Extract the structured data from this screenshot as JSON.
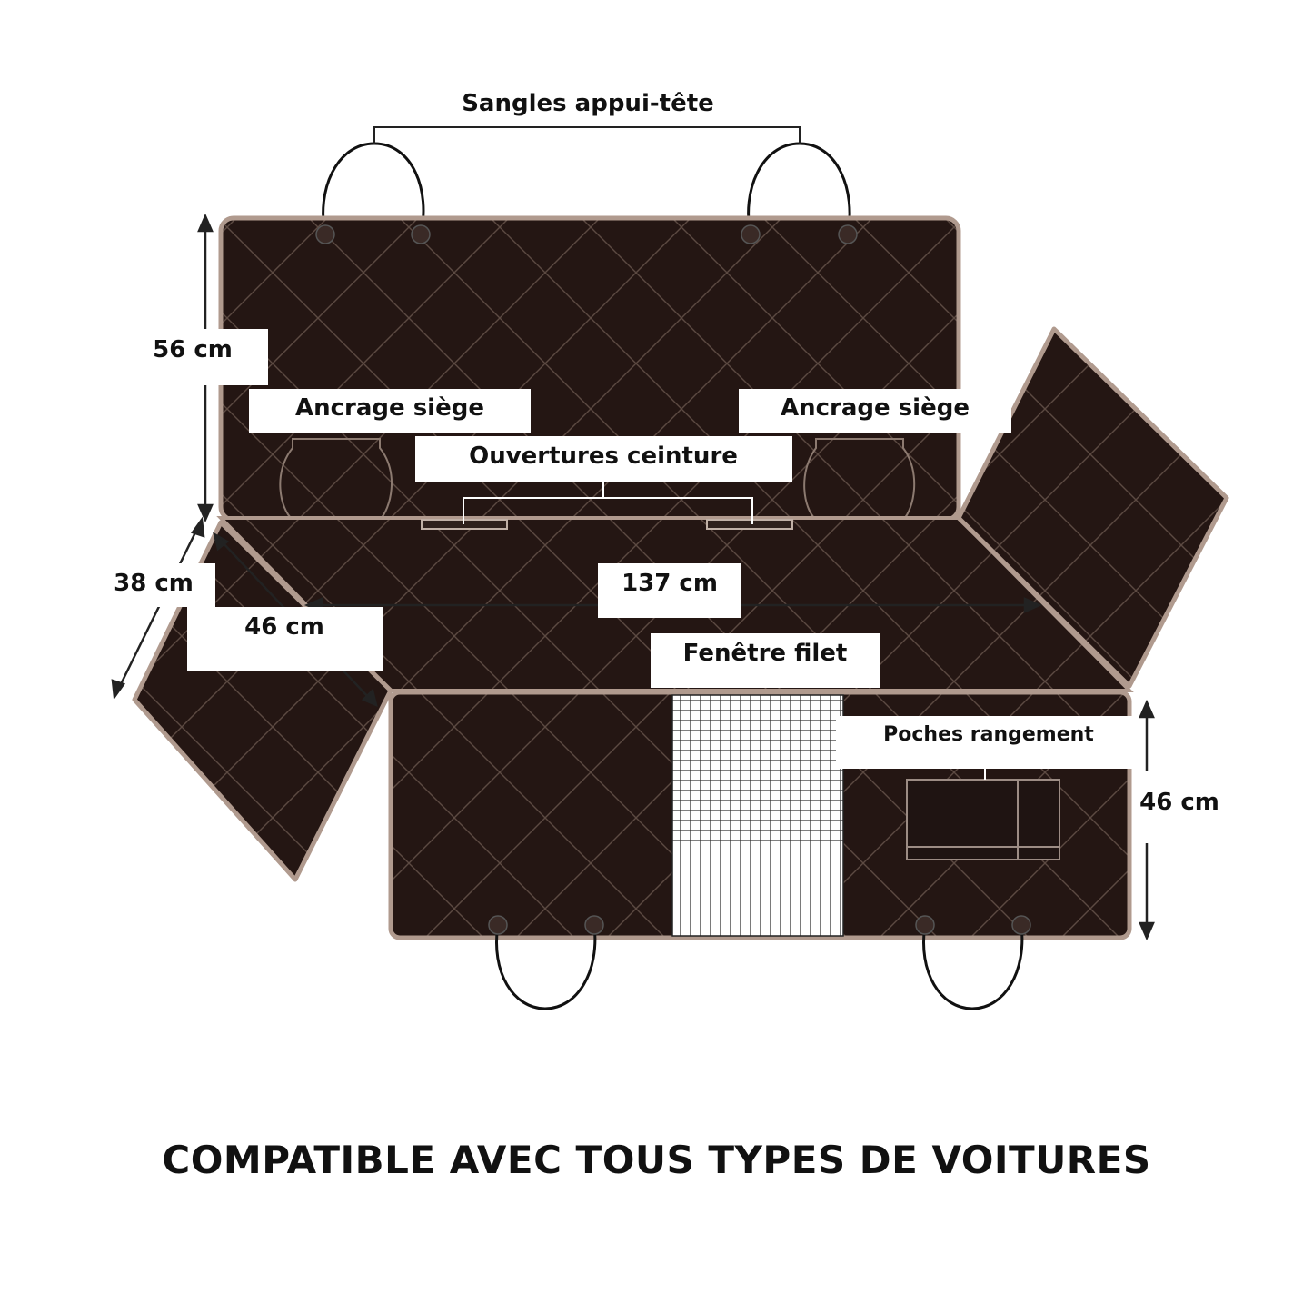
{
  "labels": {
    "headrest_straps": "Sangles appui-tête",
    "seat_anchor_left": "Ancrage siège",
    "seat_anchor_right": "Ancrage siège",
    "belt_openings": "Ouvertures ceinture",
    "mesh_window": "Fenêtre filet",
    "storage_pockets": "Poches rangement"
  },
  "dimensions": {
    "backrest_height": "56 cm",
    "side_flap_width": "38 cm",
    "side_flap_length": "46 cm",
    "total_width": "137 cm",
    "front_drop_height": "46 cm"
  },
  "caption": "COMPATIBLE AVEC TOUS TYPES DE VOITURES",
  "colors": {
    "fabric": "#241613",
    "border": "#b09a8e",
    "stitch": "#5c4a42",
    "text": "#111111"
  }
}
